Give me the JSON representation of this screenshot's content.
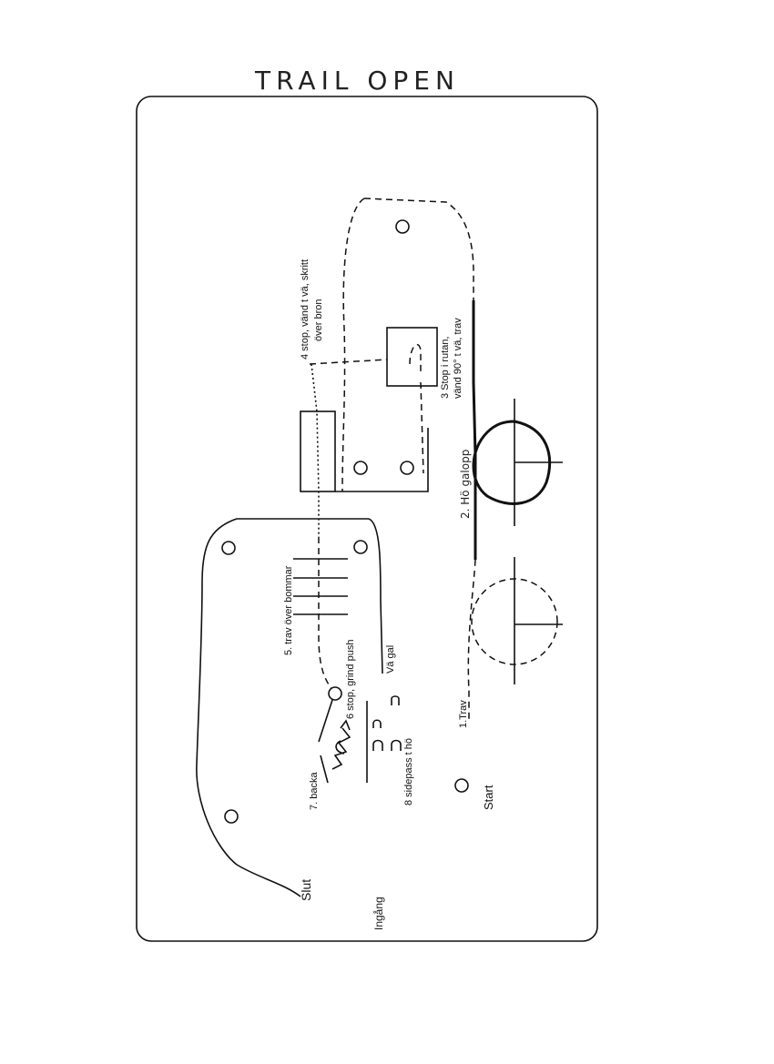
{
  "title": "TRAIL OPEN",
  "labels": {
    "start": "Start",
    "slut": "Slut",
    "ingang": "Ingång",
    "step1": "1.Trav",
    "step2": "2. Hö galopp",
    "step3_line1": "3 Stop i rutan,",
    "step3_line2": "vänd 90° t vä, trav",
    "step4_line1": "4 stop, vänd t vä, skritt",
    "step4_line2": "över bron",
    "step5": "5. trav över bommar",
    "step6": "6 stop, grind push",
    "step6b": "Vä gal",
    "step7": "7. backa",
    "step8": "8 sidepass t hö"
  }
}
